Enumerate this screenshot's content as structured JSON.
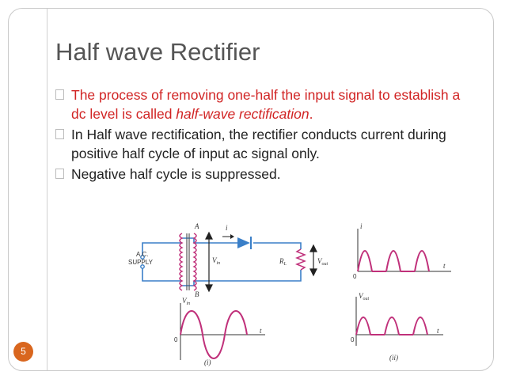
{
  "slide": {
    "title": "Half wave Rectifier",
    "page_number": "5",
    "bullets": [
      {
        "text_before": "The process of removing one-half the input signal to establish a dc level is called ",
        "emphasis": "half-wave rectification",
        "text_after": ".",
        "color": "#d12424"
      },
      {
        "text": "In Half wave rectification, the rectifier conducts current during positive half cycle of input ac signal only."
      },
      {
        "text": "Negative half cycle is suppressed."
      }
    ]
  },
  "figure": {
    "supply_label_line1": "A.C.",
    "supply_label_line2": "SUPPLY",
    "node_a": "A",
    "node_b": "B",
    "current_label": "i",
    "vin_label": "V",
    "vin_sub": "in",
    "rl_label": "R",
    "rl_sub": "L",
    "vout_label": "V",
    "vout_sub": "out",
    "graph_i_axis": "i",
    "graph_t_axis": "t",
    "origin": "0",
    "caption_i": "(i)",
    "caption_ii": "(ii)"
  },
  "colors": {
    "circuit": "#3a7fc8",
    "waveform": "#c0307a",
    "page_badge": "#d9661e"
  }
}
